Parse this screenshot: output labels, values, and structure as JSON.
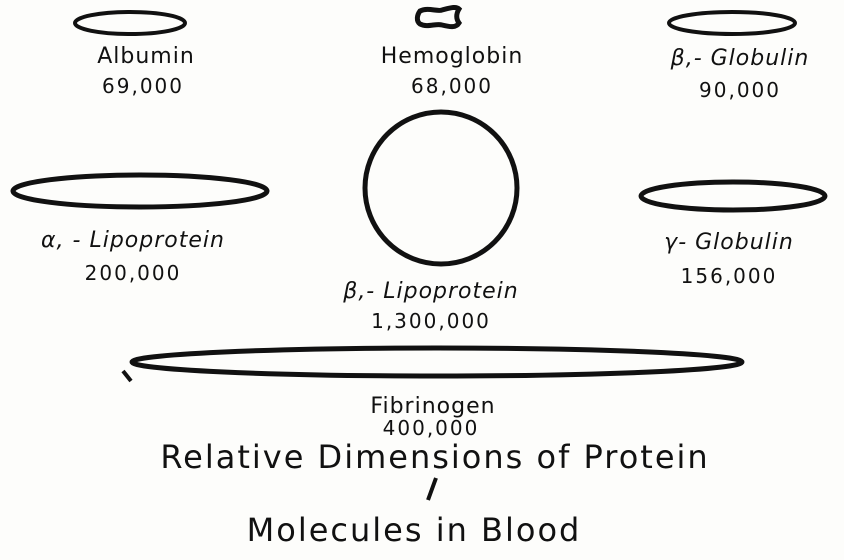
{
  "caption": {
    "line1": "Relative Dimensions of Protein",
    "line2": "Molecules in Blood"
  },
  "molecules": {
    "albumin": {
      "name": "Albumin",
      "mw": "69,000"
    },
    "hemoglobin": {
      "name": "Hemoglobin",
      "mw": "68,000"
    },
    "beta1_globulin": {
      "name": "β,- Globulin",
      "mw": "90,000"
    },
    "alpha1_lipoprotein": {
      "name": "α, - Lipoprotein",
      "mw": "200,000"
    },
    "beta1_lipoprotein": {
      "name": "β,- Lipoprotein",
      "mw": "1,300,000"
    },
    "gamma_globulin": {
      "name": "γ- Globulin",
      "mw": "156,000"
    },
    "fibrinogen": {
      "name": "Fibrinogen",
      "mw": "400,000"
    }
  }
}
